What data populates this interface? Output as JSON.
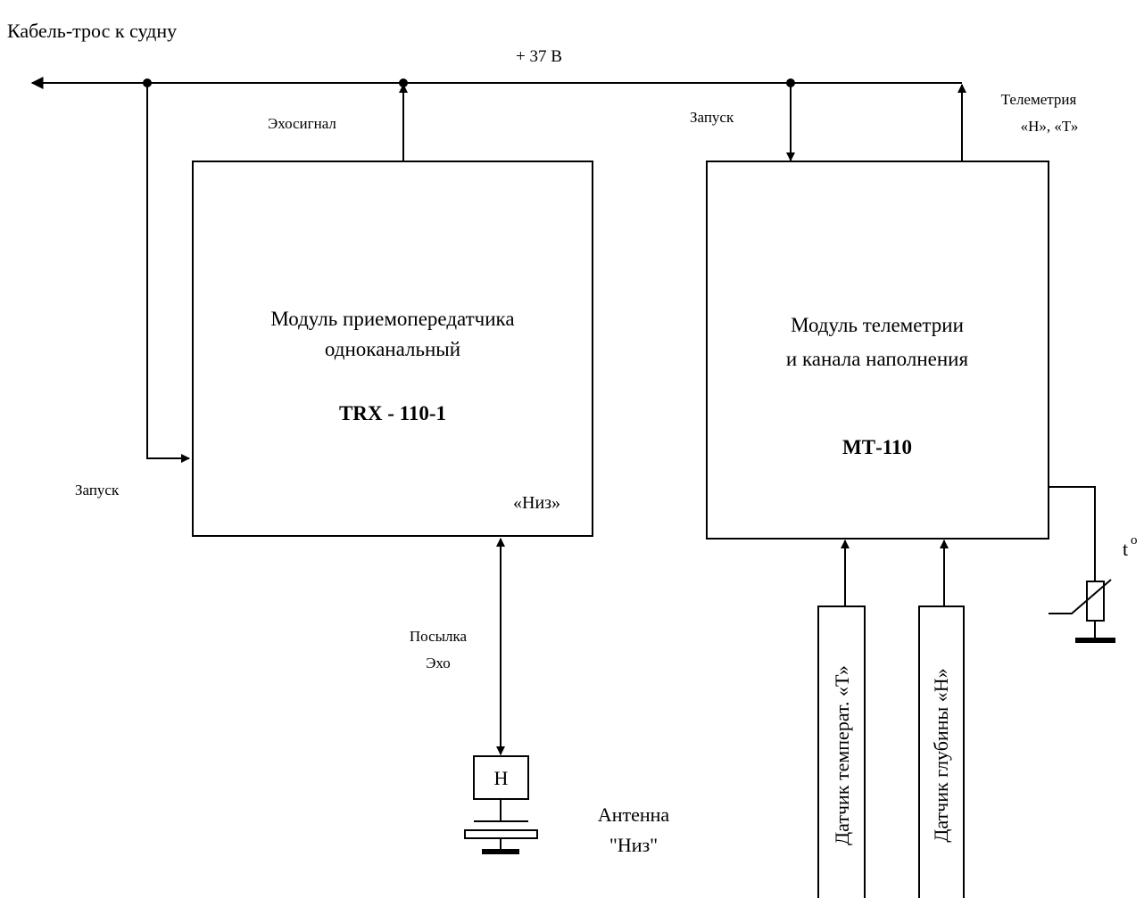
{
  "labels": {
    "cable": "Кабель-трос к судну",
    "voltage": "+ 37 В",
    "echo_signal": "Эхосигнал",
    "start_left": "Запуск",
    "start_right": "Запуск",
    "telemetry_1": "Телеметрия",
    "telemetry_2": "«Н»,  «Т»",
    "send_echo_1": "Посылка",
    "send_echo_2": "Эхо",
    "bottom_port": "«Низ»",
    "t_sign": "t",
    "t_degree": "o",
    "antenna_box": "Н",
    "antenna_1": "Антенна",
    "antenna_2": "\"Низ\""
  },
  "trx_module": {
    "line1": "Модуль приемопередатчика",
    "line2": "одноканальный",
    "model": "TRX - 110-1"
  },
  "mt_module": {
    "line1": "Модуль телеметрии",
    "line2": "и канала наполнения",
    "model": "МТ-110"
  },
  "sensors": {
    "temperature": "Датчик  температ. «Т»",
    "depth": "Датчик  глубины  «Н»"
  }
}
